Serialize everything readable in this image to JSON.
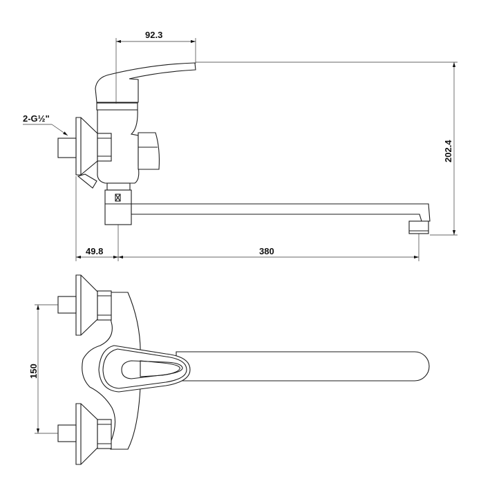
{
  "title": "Wall-mounted single-lever bath/shower mixer with long swivel spout — dimension drawing",
  "dimensions": {
    "lever_reach": "92.3",
    "total_height": "202.4",
    "wall_to_spout_axis": "49.8",
    "spout_length": "380",
    "inlet_spacing": "150",
    "connection_label": "2-G½\""
  },
  "colors": {
    "line": "#1a1a1a",
    "background": "#ffffff"
  }
}
